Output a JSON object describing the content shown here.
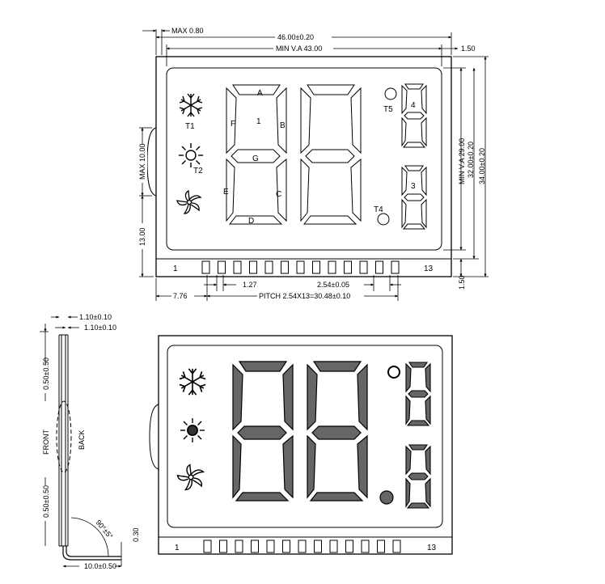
{
  "dimensions": {
    "max_thickness": "MAX 0.80",
    "overall_width": "46.00±0.20",
    "min_va_width": "MIN V.A 43.00",
    "edge_margin_right": "1.50",
    "edge_margin_bottom": "1.50",
    "min_va_height": "MIN V.A 29.00",
    "glass_height": "32.00±0.20",
    "overall_height": "34.00±0.20",
    "max_tab_height": "MAX 10.00",
    "tab_offset": "13.00",
    "pin_width": "1.27",
    "pin_spacing": "2.54±0.05",
    "left_offset": "7.76",
    "pitch": "PITCH 2.54X13=30.48±0.10"
  },
  "pins": {
    "first": "1",
    "last": "13",
    "count": 13
  },
  "segment_labels": {
    "a": "A",
    "b": "B",
    "c": "C",
    "d": "D",
    "e": "E",
    "f": "F",
    "g": "G",
    "digit1": "1",
    "digit3": "3",
    "digit4": "4",
    "t1": "T1",
    "t2": "T2",
    "t4": "T4",
    "t5": "T5"
  },
  "side_view": {
    "glass1": "1.10±0.10",
    "glass2": "1.10±0.10",
    "top_margin": "0.50±0.50",
    "bottom_margin": "0.50±0.50",
    "front": "FRONT",
    "back": "BACK",
    "angle": "90°±5°",
    "lead_length": "10.0±0.50",
    "lead_thickness": "0.30"
  },
  "display_view": {
    "first_pin": "1",
    "last_pin": "13"
  },
  "colors": {
    "line": "#000000",
    "segment_fill": "#666666",
    "background": "#ffffff"
  },
  "icons": [
    "snowflake-icon",
    "sun-icon",
    "fan-icon",
    "degree-icon",
    "decimal-point-icon"
  ]
}
